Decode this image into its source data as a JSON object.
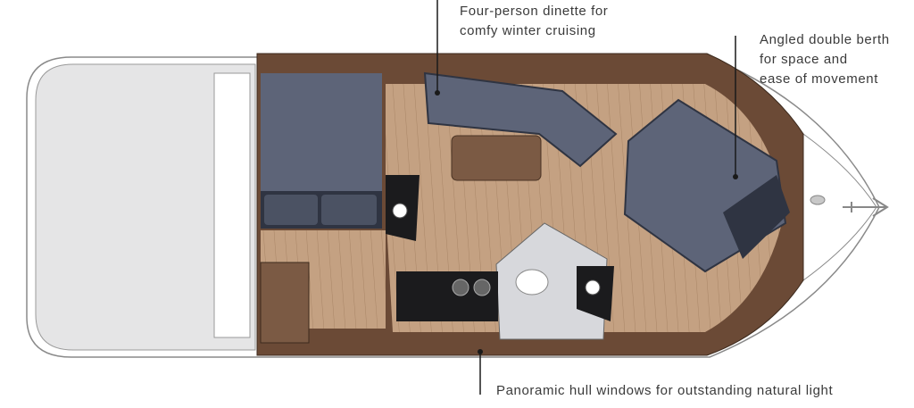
{
  "colors": {
    "hull_outline": "#8a8a8a",
    "deck": "#e5e5e6",
    "wood": "#6b4a36",
    "floor": "#c4a182",
    "upholstery": "#5d6478",
    "cushion": "#2f3442",
    "galley": "#1b1b1d",
    "leader_line": "#1a1a1a"
  },
  "callouts": {
    "dinette": {
      "line1": "Four-person dinette for",
      "line2": "comfy winter cruising"
    },
    "berth": {
      "line1": "Angled double berth",
      "line2": "for space and",
      "line3": "ease of movement"
    },
    "windows": {
      "line1": "Panoramic hull windows for outstanding natural light"
    }
  }
}
